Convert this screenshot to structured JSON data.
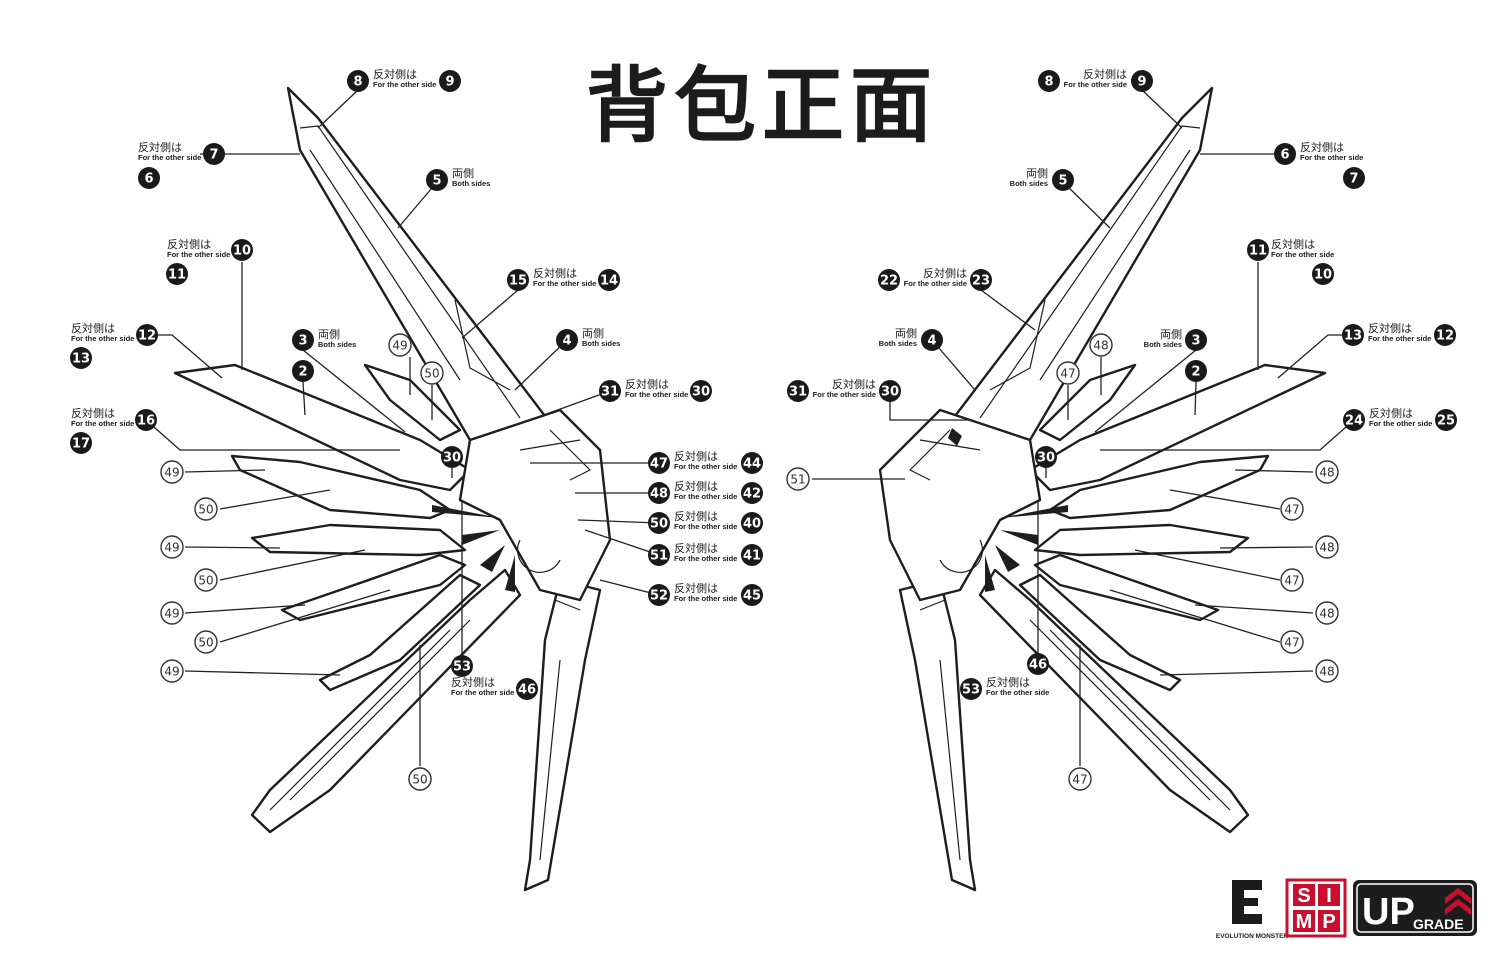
{
  "title": "背包正面",
  "texts": {
    "opposite_jp": "反対側は",
    "opposite_en": "For the other side",
    "both_jp": "両側",
    "both_en": "Both sides"
  },
  "logos": {
    "evolution_monster": "EVOLUTION MONSTER",
    "simp_letters": [
      "S",
      "I",
      "M",
      "P"
    ],
    "upgrade_up": "UP",
    "upgrade_grade": "GRADE"
  },
  "callouts_left": [
    {
      "id": "L8",
      "num": "8",
      "pair": "9",
      "kind": "opposite"
    },
    {
      "id": "L7",
      "num": "7",
      "pair": "6",
      "kind": "opposite"
    },
    {
      "id": "L5",
      "num": "5",
      "pair": "",
      "kind": "both"
    },
    {
      "id": "L10",
      "num": "10",
      "pair": "11",
      "kind": "opposite"
    },
    {
      "id": "L15",
      "num": "15",
      "pair": "14",
      "kind": "opposite"
    },
    {
      "id": "L4",
      "num": "4",
      "pair": "",
      "kind": "both"
    },
    {
      "id": "L12",
      "num": "12",
      "pair": "13",
      "kind": "opposite"
    },
    {
      "id": "L3",
      "num": "3",
      "pair": "",
      "kind": "both"
    },
    {
      "id": "L2",
      "num": "2",
      "pair": "",
      "kind": "plain"
    },
    {
      "id": "L31",
      "num": "31",
      "pair": "30",
      "kind": "opposite"
    },
    {
      "id": "L16",
      "num": "16",
      "pair": "17",
      "kind": "opposite"
    },
    {
      "id": "L30",
      "num": "30",
      "pair": "",
      "kind": "plain"
    },
    {
      "id": "L47",
      "num": "47",
      "pair": "44",
      "kind": "opposite"
    },
    {
      "id": "L48",
      "num": "48",
      "pair": "42",
      "kind": "opposite"
    },
    {
      "id": "L50",
      "num": "50",
      "pair": "40",
      "kind": "opposite"
    },
    {
      "id": "L51",
      "num": "51",
      "pair": "41",
      "kind": "opposite"
    },
    {
      "id": "L52",
      "num": "52",
      "pair": "45",
      "kind": "opposite"
    },
    {
      "id": "L53",
      "num": "53",
      "pair": "",
      "kind": "plain"
    },
    {
      "id": "L46",
      "num": "46",
      "pair": "",
      "kind": "opposite-below"
    }
  ],
  "callouts_right": [
    {
      "id": "R8",
      "num": "8",
      "pair": "9",
      "kind": "opposite"
    },
    {
      "id": "R6",
      "num": "6",
      "pair": "7",
      "kind": "opposite"
    },
    {
      "id": "R5",
      "num": "5",
      "pair": "",
      "kind": "both"
    },
    {
      "id": "R11",
      "num": "11",
      "pair": "10",
      "kind": "opposite"
    },
    {
      "id": "R22",
      "num": "22",
      "pair": "23",
      "kind": "opposite"
    },
    {
      "id": "R4",
      "num": "4",
      "pair": "",
      "kind": "both"
    },
    {
      "id": "R3",
      "num": "3",
      "pair": "",
      "kind": "both"
    },
    {
      "id": "R13",
      "num": "13",
      "pair": "12",
      "kind": "opposite"
    },
    {
      "id": "R2",
      "num": "2",
      "pair": "",
      "kind": "plain"
    },
    {
      "id": "R31",
      "num": "31",
      "pair": "30",
      "kind": "opposite"
    },
    {
      "id": "R24",
      "num": "24",
      "pair": "25",
      "kind": "opposite"
    },
    {
      "id": "R30",
      "num": "30",
      "pair": "",
      "kind": "plain"
    },
    {
      "id": "R46",
      "num": "46",
      "pair": "",
      "kind": "plain"
    },
    {
      "id": "R53",
      "num": "53",
      "pair": "",
      "kind": "opposite"
    }
  ],
  "light_left": [
    "49",
    "50",
    "49",
    "50",
    "49",
    "50",
    "49",
    "50",
    "49",
    "50",
    "50"
  ],
  "light_right": [
    "48",
    "47",
    "51",
    "48",
    "47",
    "48",
    "47",
    "48",
    "47",
    "48",
    "47"
  ]
}
